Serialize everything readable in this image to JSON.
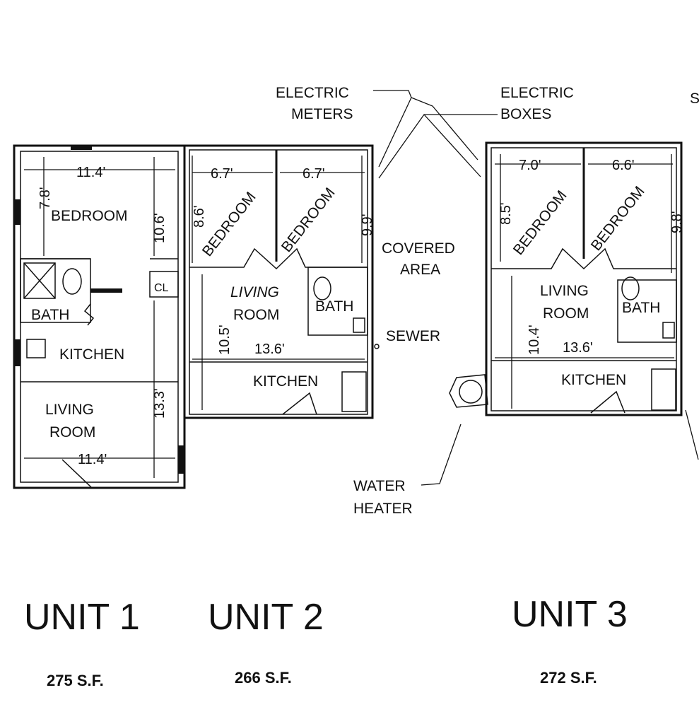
{
  "units": [
    {
      "title": "UNIT 1",
      "area": "275 S.F.",
      "rooms": {
        "bedroom": "BEDROOM",
        "bath": "BATH",
        "closet": "CL",
        "kitchen": "KITCHEN",
        "living_line1": "LIVING",
        "living_line2": "ROOM"
      },
      "dims": {
        "bed_width": "11.4'",
        "bed_depth": "7.8'",
        "bed_side": "10.6'",
        "living_height": "13.3'",
        "living_width": "11.4'"
      }
    },
    {
      "title": "UNIT 2",
      "area": "266 S.F.",
      "rooms": {
        "bedroom_a": "BEDROOM",
        "bedroom_b": "BEDROOM",
        "living_line1": "LIVING",
        "living_line2": "ROOM",
        "bath": "BATH",
        "kitchen": "KITCHEN"
      },
      "dims": {
        "bed_a_width": "6.7'",
        "bed_b_width": "6.7'",
        "bed_a_depth": "8.6'",
        "bed_b_depth": "9.9'",
        "living_height": "10.5'",
        "living_width": "13.6'"
      }
    },
    {
      "title": "UNIT 3",
      "area": "272 S.F.",
      "rooms": {
        "bedroom_a": "BEDROOM",
        "bedroom_b": "BEDROOM",
        "living_line1": "LIVING",
        "living_line2": "ROOM",
        "bath": "BATH",
        "kitchen": "KITCHEN"
      },
      "dims": {
        "bed_a_width": "7.0'",
        "bed_b_width": "6.6'",
        "bed_a_depth": "8.5'",
        "bed_b_depth": "9.8'",
        "living_height": "10.4'",
        "living_width": "13.6'"
      }
    }
  ],
  "callouts": {
    "electric_meters_line1": "ELECTRIC",
    "electric_meters_line2": "METERS",
    "electric_boxes_line1": "ELECTRIC",
    "electric_boxes_line2": "BOXES",
    "covered_area_line1": "COVERED",
    "covered_area_line2": "AREA",
    "sewer": "SEWER",
    "water_heater_line1": "WATER",
    "water_heater_line2": "HEATER",
    "edge_letter": "S"
  }
}
